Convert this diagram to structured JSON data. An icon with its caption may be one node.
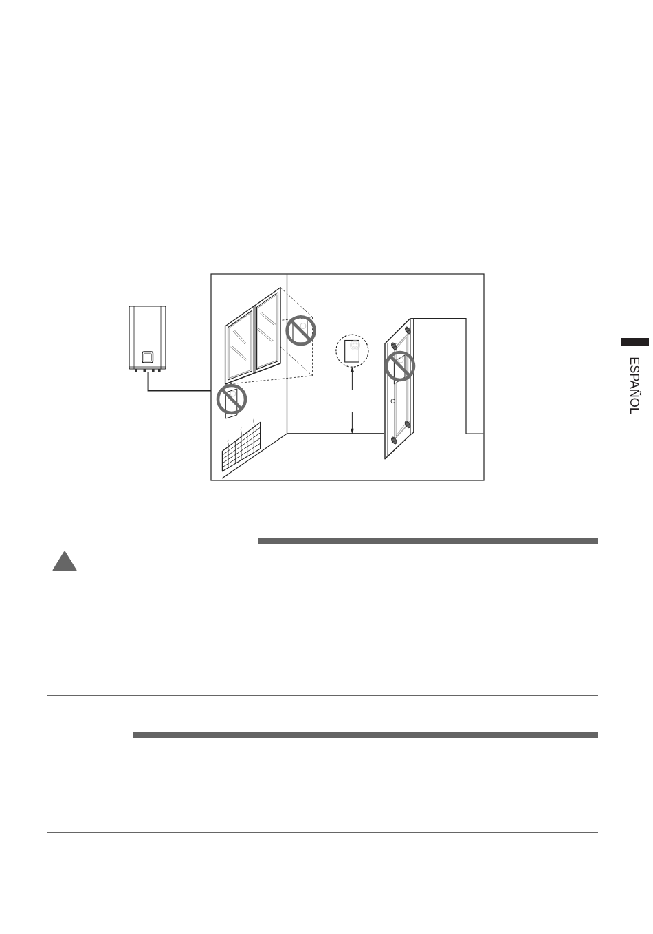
{
  "diagram": {
    "nodes": [
      {
        "text": [],
        "shape": "picture"
      },
      {
        "text": [],
        "shape": "picture"
      }
    ],
    "edges": [
      {
        "from": 0,
        "to": 1,
        "arrow": "none"
      }
    ],
    "labels": [
      "ESPAÑOL"
    ]
  }
}
